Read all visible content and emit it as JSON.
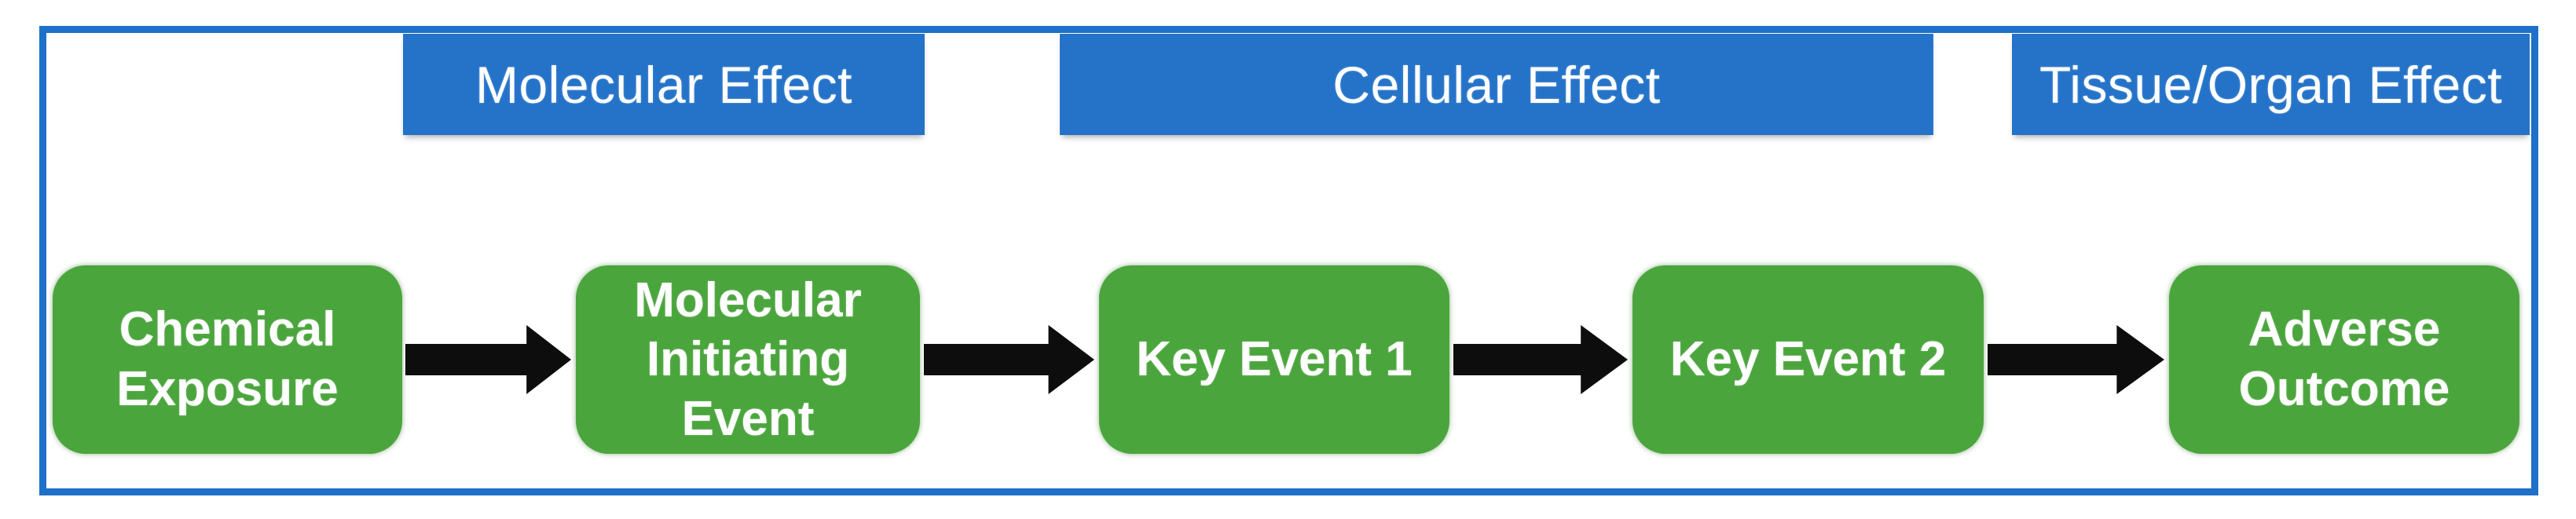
{
  "diagram": {
    "name": "Adverse Outcome Pathway flow diagram",
    "effect_headers": [
      {
        "label": "Molecular Effect"
      },
      {
        "label": "Cellular Effect"
      },
      {
        "label": "Tissue/Organ Effect"
      }
    ],
    "pathway_nodes": [
      {
        "label": "Chemical Exposure"
      },
      {
        "label": "Molecular Initiating Event"
      },
      {
        "label": "Key Event 1"
      },
      {
        "label": "Key Event 2"
      },
      {
        "label": "Adverse Outcome"
      }
    ],
    "flow": {
      "arrow_count": 4,
      "direction": "left-to-right"
    },
    "colors": {
      "header_blue": "#2573C9",
      "frame_blue": "#1E70C8",
      "node_green": "#4AA53C",
      "arrow_black": "#0D0D0D",
      "text_white": "#FFFFFF",
      "background": "#FFFFFF"
    }
  }
}
